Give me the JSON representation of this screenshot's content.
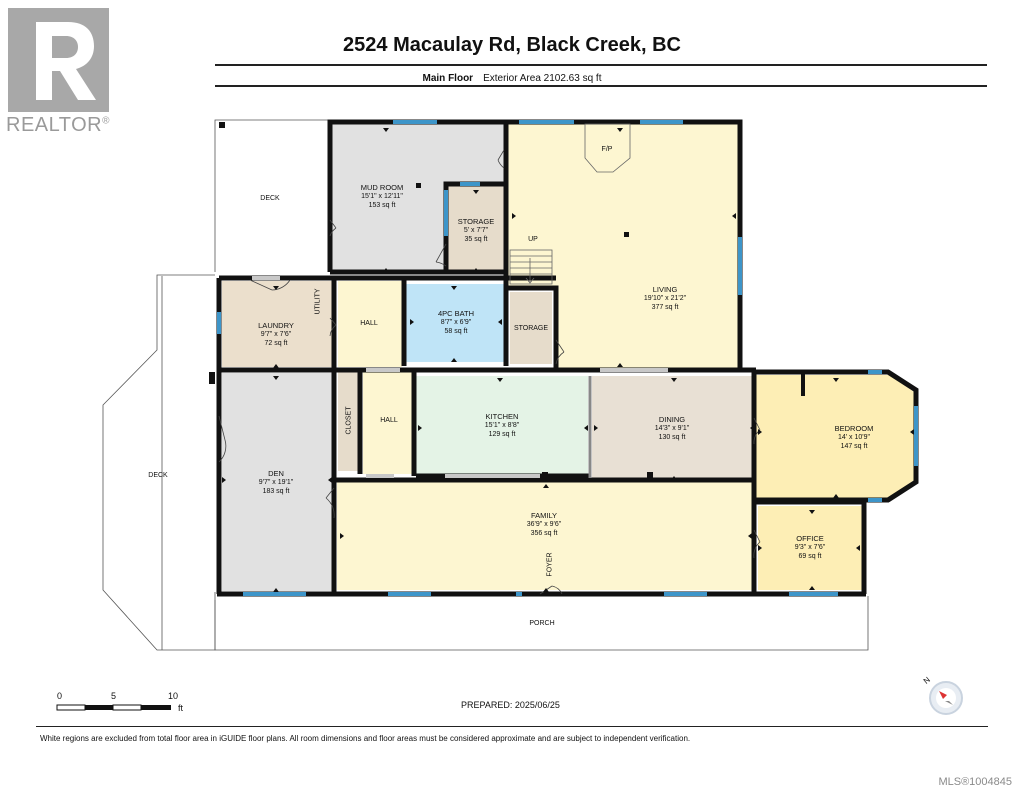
{
  "branding": {
    "logo_text": "REALTOR",
    "logo_mark": "®"
  },
  "header": {
    "title": "2524 Macaulay Rd, Black Creek, BC",
    "floor": "Main Floor",
    "exterior_area": "Exterior Area 2102.63 sq ft"
  },
  "rooms": {
    "deck_top": {
      "name": "DECK"
    },
    "deck_left": {
      "name": "DECK"
    },
    "porch": {
      "name": "PORCH"
    },
    "mud_room": {
      "name": "MUD ROOM",
      "dims": "15'1\" x 12'11\"",
      "area": "153 sq ft"
    },
    "storage_top": {
      "name": "STORAGE",
      "dims": "5' x 7'7\"",
      "area": "35 sq ft"
    },
    "living": {
      "name": "LIVING",
      "dims": "19'10\" x 21'2\"",
      "area": "377 sq ft"
    },
    "fp": {
      "name": "F/P"
    },
    "up": {
      "name": "UP"
    },
    "laundry": {
      "name": "LAUNDRY",
      "dims": "9'7\" x 7'6\"",
      "area": "72 sq ft"
    },
    "utility": {
      "name": "UTILITY"
    },
    "hall_top": {
      "name": "HALL"
    },
    "bath": {
      "name": "4PC BATH",
      "dims": "8'7\" x 6'9\"",
      "area": "58 sq ft"
    },
    "storage_mid": {
      "name": "STORAGE"
    },
    "closet": {
      "name": "CLOSET"
    },
    "hall_mid": {
      "name": "HALL"
    },
    "kitchen": {
      "name": "KITCHEN",
      "dims": "15'1\" x 8'8\"",
      "area": "129 sq ft"
    },
    "dining": {
      "name": "DINING",
      "dims": "14'3\" x 9'1\"",
      "area": "130 sq ft"
    },
    "bedroom": {
      "name": "BEDROOM",
      "dims": "14' x 10'9\"",
      "area": "147 sq ft"
    },
    "den": {
      "name": "DEN",
      "dims": "9'7\" x 19'1\"",
      "area": "183 sq ft"
    },
    "family": {
      "name": "FAMILY",
      "dims": "36'9\" x 9'6\"",
      "area": "356 sq ft"
    },
    "office": {
      "name": "OFFICE",
      "dims": "9'3\" x 7'6\"",
      "area": "69 sq ft"
    },
    "foyer": {
      "name": "FOYER"
    }
  },
  "room_colors": {
    "mud_room": "#e1e1e1",
    "storage": "#e6dccb",
    "living": "#fdf6d1",
    "laundry": "#ebdfcc",
    "hall": "#fdf6d1",
    "bath": "#bfe4f7",
    "kitchen": "#e4f3e6",
    "dining": "#e8e0d4",
    "bedroom": "#fdeeb5",
    "den": "#e1e1e1",
    "family": "#fdf6d1",
    "office": "#fdeeb5",
    "window": "#3d95c9",
    "wall": "#111111"
  },
  "scale": {
    "ticks": [
      "0",
      "5",
      "10"
    ],
    "unit": "ft"
  },
  "compass": {
    "label": "N",
    "icon": "compass-icon"
  },
  "prepared": "PREPARED: 2025/06/25",
  "footer": {
    "disclaimer": "White regions are excluded from total floor area in iGUIDE floor plans. All room dimensions and floor areas must be considered approximate and are subject to independent verification.",
    "mls": "MLS®1004845"
  }
}
